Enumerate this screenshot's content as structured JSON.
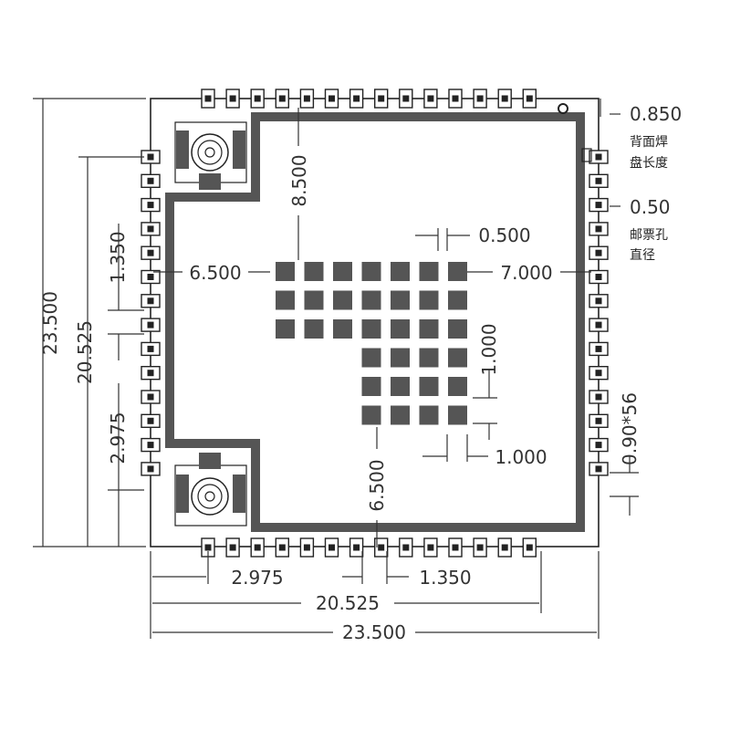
{
  "drawing": {
    "overall_width": "23.500",
    "overall_height": "23.500",
    "pin_span_width": "20.525",
    "pin_span_height": "20.525",
    "left_offset_bottom": "2.975",
    "left_offset_side": "2.975",
    "pin_pitch_bottom": "1.350",
    "pin_pitch_side": "1.350",
    "center_offset_top": "8.500",
    "center_offset_bottom": "6.500",
    "center_offset_left": "6.500",
    "center_offset_right": "7.000",
    "pad_gap": "0.500",
    "pad_pitch_x": "1.000",
    "pad_pitch_y": "1.000",
    "pin_count_note": "0.90*56",
    "back_pad_length_value": "0.850",
    "back_pad_length_label_line1": "背面焊",
    "back_pad_length_label_line2": "盘长度",
    "stamp_hole_value": "0.50",
    "stamp_hole_label_line1": "邮票孔",
    "stamp_hole_label_line2": "直径"
  },
  "colors": {
    "outline": "#222222",
    "pad_fill": "#555555",
    "border_fill": "#555555",
    "dimension_text": "#333333"
  }
}
